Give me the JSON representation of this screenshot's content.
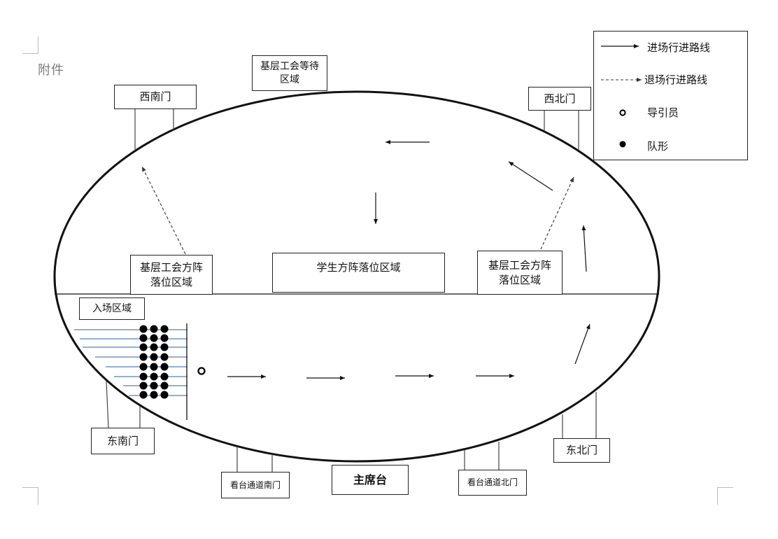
{
  "attachment_label": "附件",
  "labels": {
    "grassroots_waiting": "基层工会等待\n区域",
    "southwest_gate": "西南门",
    "northwest_gate": "西北门",
    "grassroots_area_left": "基层工会方阵\n落位区域",
    "student_area": "学生方阵落位区域",
    "grassroots_area_right": "基层工会方阵\n落位区域",
    "entry_area": "入场区域",
    "southeast_gate": "东南门",
    "northeast_gate": "东北门",
    "stand_south_gate": "看台通道南门",
    "main_rostrum": "主席台",
    "stand_north_gate": "看台通道北门"
  },
  "legend": {
    "entry_route": "进场行进路线",
    "exit_route": "退场行进路线",
    "guide": "导引员",
    "formation": "队形"
  },
  "colors": {
    "line": "#111111",
    "formation_row_line": "#2f5f9e",
    "dot": "#000000"
  }
}
